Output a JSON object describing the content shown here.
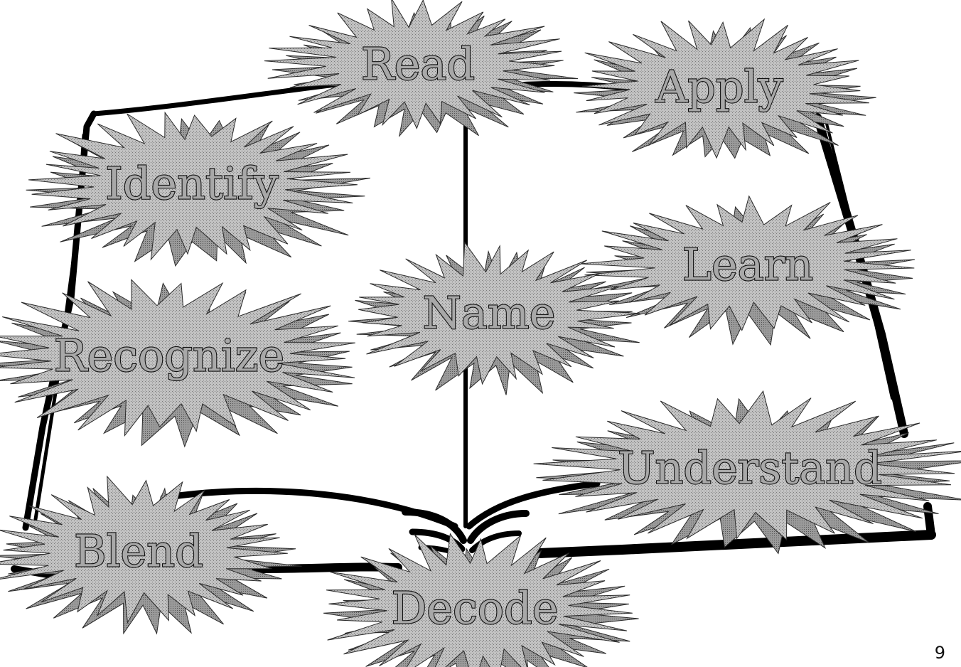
{
  "colors": {
    "burst_fill": "#b9b9b9",
    "burst_shadow": "#8e8e8e",
    "burst_outline": "#2a2a2a",
    "text_fill": "#a8a8a8",
    "text_outline": "#111111",
    "book_line": "#000000"
  },
  "words": {
    "read": "Read",
    "apply": "Apply",
    "identify": "Identify",
    "learn": "Learn",
    "name": "Name",
    "recognize": "Recognize",
    "understand": "Understand",
    "blend": "Blend",
    "decode": "Decode"
  },
  "page_number": "9"
}
